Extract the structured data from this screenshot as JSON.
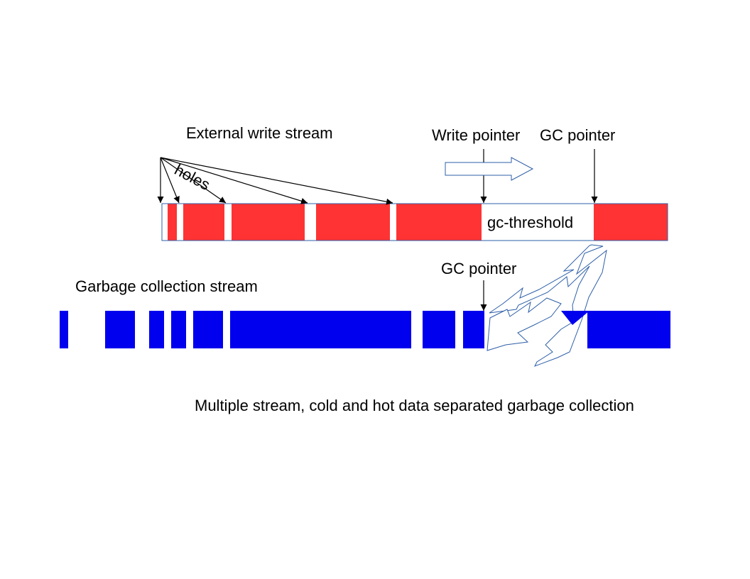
{
  "labels": {
    "external_write_stream": "External write stream",
    "holes": "holes",
    "write_pointer": "Write pointer",
    "gc_pointer_top": "GC pointer",
    "gc_threshold": "gc-threshold",
    "gc_pointer_bottom": "GC pointer",
    "garbage_collection_stream": "Garbage collection stream",
    "caption": "Multiple stream, cold and hot data separated garbage collection"
  },
  "colors": {
    "write_stream": "#ff3333",
    "gc_stream": "#0000ee",
    "outline": "#2e5fa8",
    "hole": "#ffffff"
  },
  "icons": [
    "block-arrow-right",
    "block-arrow-migrate"
  ]
}
